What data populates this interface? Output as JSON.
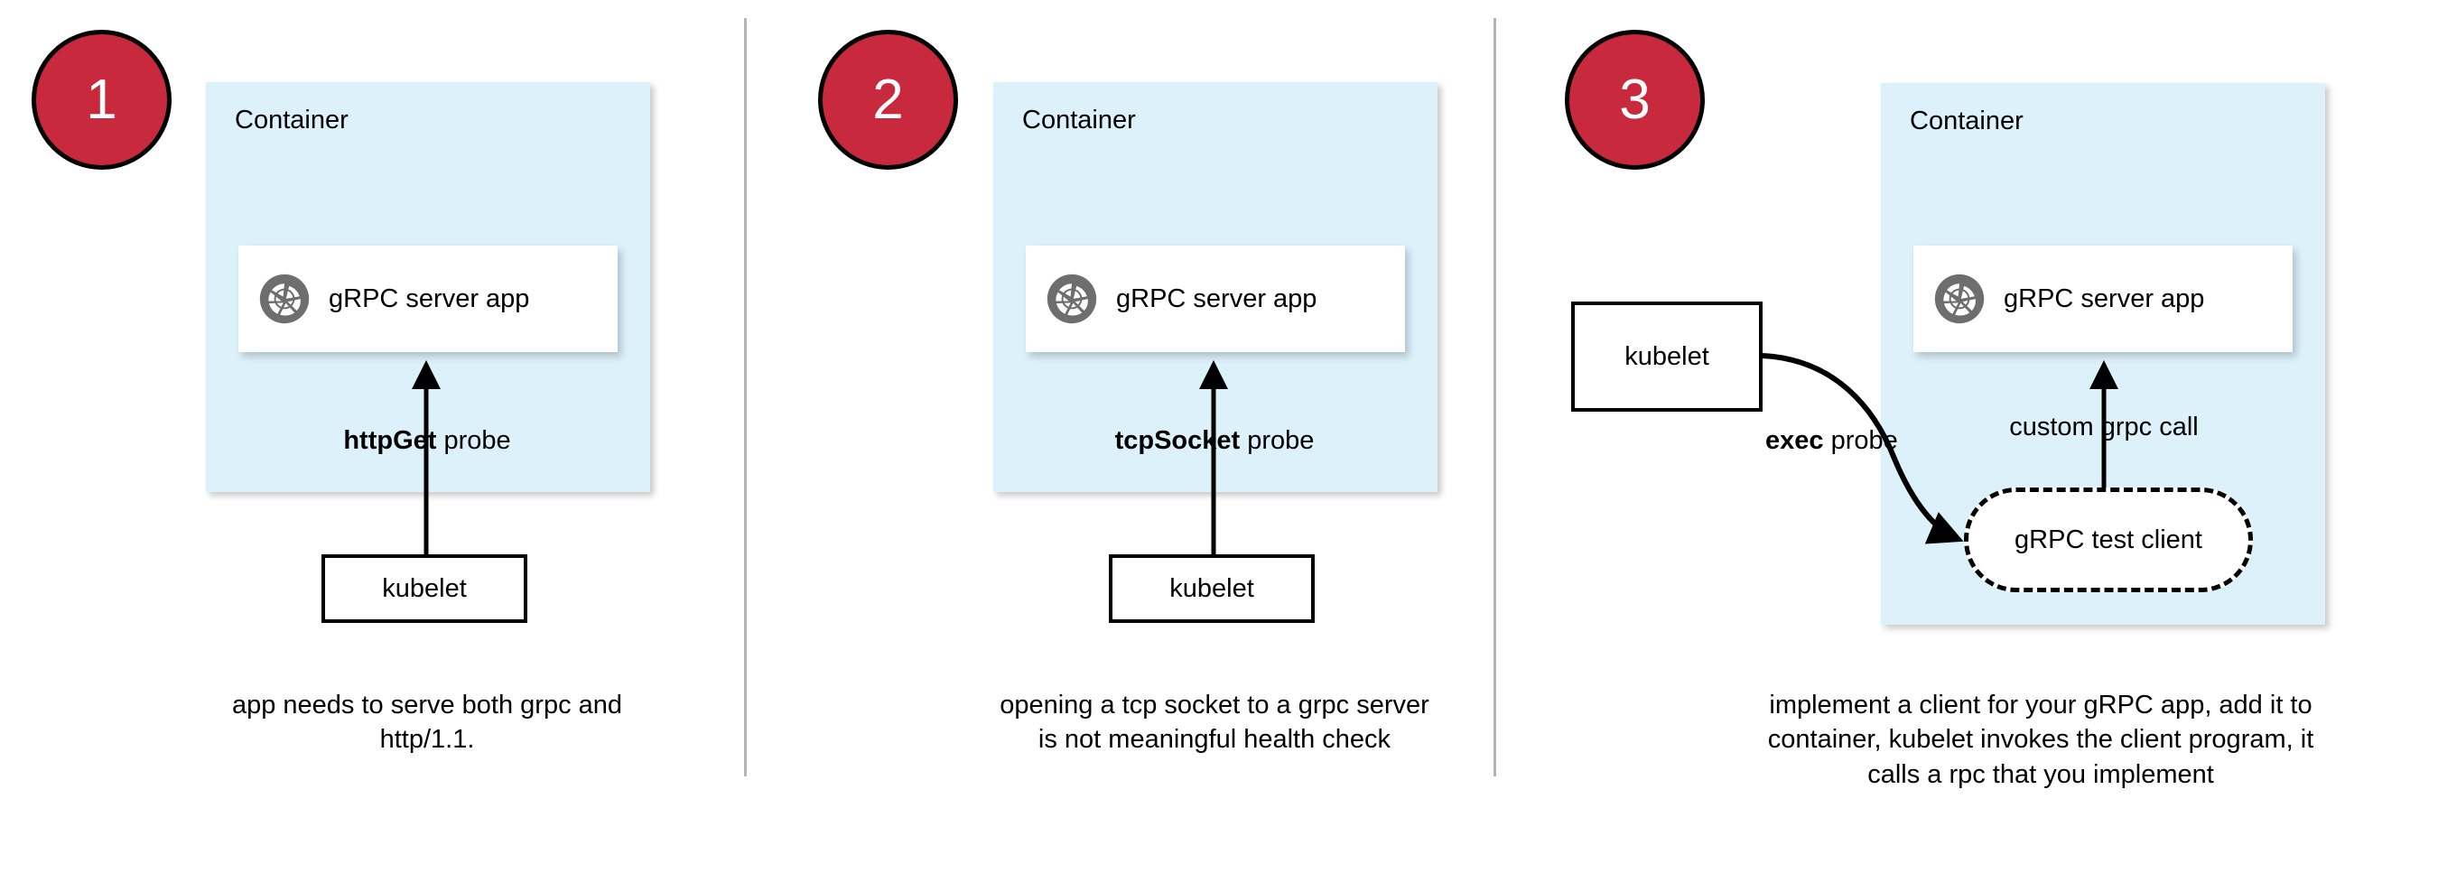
{
  "figure": {
    "title": "gRPC health probe approaches in Kubernetes",
    "background_color": "#ffffff",
    "divider_color": "#b3b3b3",
    "badge_color": "#c8293c",
    "container_color": "#ddf1fb",
    "card_color": "#ffffff",
    "stroke_color": "#000000",
    "icon_color": "#6e6e6e"
  },
  "panels": [
    {
      "number": "1",
      "container_label": "Container",
      "app_label": "gRPC server app",
      "app_icon": "grpc-logo-icon",
      "probe_label_bold": "httpGet",
      "probe_label_rest": " probe",
      "kubelet_label": "kubelet",
      "caption": "app needs to serve both grpc and http/1.1."
    },
    {
      "number": "2",
      "container_label": "Container",
      "app_label": "gRPC server app",
      "app_icon": "grpc-logo-icon",
      "probe_label_bold": "tcpSocket",
      "probe_label_rest": " probe",
      "kubelet_label": "kubelet",
      "caption": "opening a tcp socket to a grpc server is not meaningful health check"
    },
    {
      "number": "3",
      "container_label": "Container",
      "app_label": "gRPC server app",
      "app_icon": "grpc-logo-icon",
      "probe_label_bold": "exec",
      "probe_label_rest": " probe",
      "kubelet_label": "kubelet",
      "call_label": "custom grpc call",
      "test_client_label": "gRPC test client",
      "caption": "implement a client for your gRPC app, add it to container, kubelet invokes the client program, it calls a rpc that you implement"
    }
  ]
}
